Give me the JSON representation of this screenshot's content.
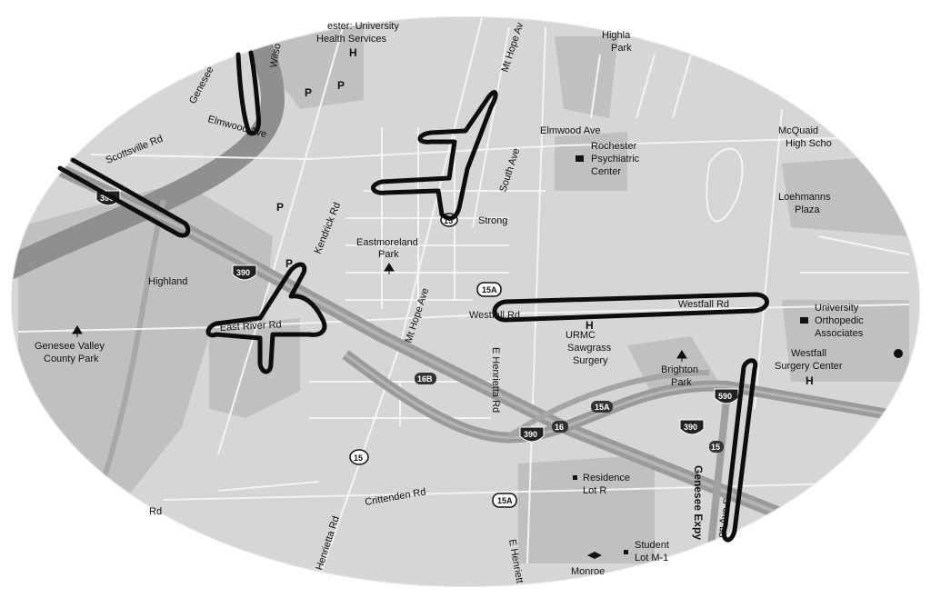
{
  "map": {
    "style": "grayscale photocopy street map, elliptical crop",
    "colors": {
      "background": "#ffffff",
      "land": "#d6d6d6",
      "park_area": "#bdbdbd",
      "water": "#8f8f8f",
      "road": "#f4f4f4",
      "highway": "#9a9a9a",
      "marker_ink": "#0d0d0d",
      "text": "#111111"
    },
    "street_labels": [
      {
        "id": "scottsville-rd",
        "text": "Scottsville Rd"
      },
      {
        "id": "genesee",
        "text": "Genesee"
      },
      {
        "id": "wilson",
        "text": "Wilso"
      },
      {
        "id": "elmwood-ave-west",
        "text": "Elmwood Ave"
      },
      {
        "id": "elmwood-ave-east",
        "text": "Elmwood Ave"
      },
      {
        "id": "mt-hope-ave-north",
        "text": "Mt Hope Av"
      },
      {
        "id": "mt-hope-ave-south",
        "text": "Mt Hope Ave"
      },
      {
        "id": "south-ave",
        "text": "South Ave"
      },
      {
        "id": "kendrick-rd",
        "text": "Kendrick Rd"
      },
      {
        "id": "east-river-rd",
        "text": "East River Rd"
      },
      {
        "id": "westfall-rd-west",
        "text": "Westfall Rd"
      },
      {
        "id": "westfall-rd-east",
        "text": "Westfall Rd"
      },
      {
        "id": "e-henrietta-rd",
        "text": "E Henrietta Rd"
      },
      {
        "id": "e-henrietta-south",
        "text": "E Henriett"
      },
      {
        "id": "henrietta-rd",
        "text": "Henrietta Rd"
      },
      {
        "id": "crittenden-rd",
        "text": "Crittenden Rd"
      },
      {
        "id": "rd-fragment",
        "text": "Rd"
      },
      {
        "id": "genesee-expy",
        "text": "Genesee Expy"
      },
      {
        "id": "ave-s",
        "text": "on Ave S"
      }
    ],
    "place_labels": [
      {
        "id": "uhs-1",
        "text": "ester: University"
      },
      {
        "id": "uhs-2",
        "text": "Health Services"
      },
      {
        "id": "highland-park-1",
        "text": "Highla"
      },
      {
        "id": "highland-park-2",
        "text": "Park"
      },
      {
        "id": "rpc-1",
        "text": "Rochester"
      },
      {
        "id": "rpc-2",
        "text": "Psychiatric"
      },
      {
        "id": "rpc-3",
        "text": "Center"
      },
      {
        "id": "mcquaid-1",
        "text": "McQuaid"
      },
      {
        "id": "mcquaid-2",
        "text": "High Scho"
      },
      {
        "id": "loehmanns-1",
        "text": "Loehmanns"
      },
      {
        "id": "loehmanns-2",
        "text": "Plaza"
      },
      {
        "id": "strong",
        "text": "Strong"
      },
      {
        "id": "eastmoreland-1",
        "text": "Eastmoreland"
      },
      {
        "id": "eastmoreland-2",
        "text": "Park"
      },
      {
        "id": "highland",
        "text": "Highland"
      },
      {
        "id": "gvcp-1",
        "text": "Genesee Valley"
      },
      {
        "id": "gvcp-2",
        "text": "County Park"
      },
      {
        "id": "urmc-1",
        "text": "URMC"
      },
      {
        "id": "urmc-2",
        "text": "Sawgrass"
      },
      {
        "id": "urmc-3",
        "text": "Surgery"
      },
      {
        "id": "brighton-1",
        "text": "Brighton"
      },
      {
        "id": "brighton-2",
        "text": "Park"
      },
      {
        "id": "uoa-1",
        "text": "University"
      },
      {
        "id": "uoa-2",
        "text": "Orthopedic"
      },
      {
        "id": "uoa-3",
        "text": "Associates"
      },
      {
        "id": "wsc-1",
        "text": "Westfall"
      },
      {
        "id": "wsc-2",
        "text": "Surgery Center"
      },
      {
        "id": "res-1",
        "text": "Residence"
      },
      {
        "id": "res-2",
        "text": "Lot R"
      },
      {
        "id": "stu-1",
        "text": "Student"
      },
      {
        "id": "stu-2",
        "text": "Lot M-1"
      },
      {
        "id": "monroe",
        "text": "Monroe"
      }
    ],
    "shields": [
      {
        "id": "i390-west",
        "text": "390",
        "type": "interstate"
      },
      {
        "id": "i390-mid",
        "text": "390",
        "type": "interstate"
      },
      {
        "id": "i390-south",
        "text": "390",
        "type": "interstate"
      },
      {
        "id": "i390-east",
        "text": "390",
        "type": "interstate"
      },
      {
        "id": "i590",
        "text": "590",
        "type": "interstate"
      },
      {
        "id": "r15-north",
        "text": "15",
        "type": "state"
      },
      {
        "id": "r15-south",
        "text": "15",
        "type": "state"
      },
      {
        "id": "r15a-north",
        "text": "15A",
        "type": "state"
      },
      {
        "id": "r15a-south",
        "text": "15A",
        "type": "state"
      },
      {
        "id": "exit-15a",
        "text": "15A",
        "type": "exit"
      },
      {
        "id": "exit-16",
        "text": "16",
        "type": "exit"
      },
      {
        "id": "exit-16b",
        "text": "16B",
        "type": "exit"
      },
      {
        "id": "exit-15",
        "text": "15",
        "type": "exit"
      }
    ],
    "symbols": {
      "hospital": "H",
      "parking": "P"
    }
  }
}
